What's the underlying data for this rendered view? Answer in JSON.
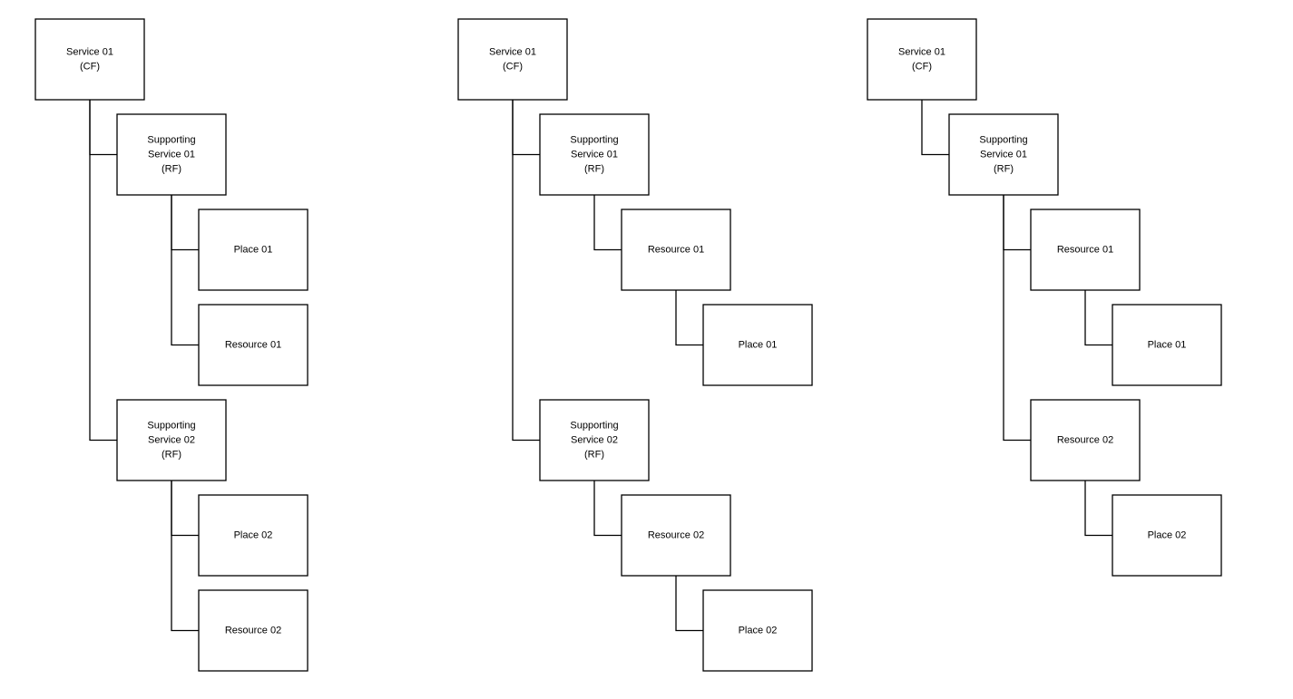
{
  "diagrams": [
    {
      "nodes": [
        {
          "id": "a1",
          "lines": [
            "Service 01",
            "(CF)"
          ]
        },
        {
          "id": "a2",
          "lines": [
            "Supporting",
            "Service 01",
            "(RF)"
          ]
        },
        {
          "id": "a3",
          "lines": [
            "Place 01"
          ]
        },
        {
          "id": "a4",
          "lines": [
            "Resource 01"
          ]
        },
        {
          "id": "a5",
          "lines": [
            "Supporting",
            "Service 02",
            "(RF)"
          ]
        },
        {
          "id": "a6",
          "lines": [
            "Place 02"
          ]
        },
        {
          "id": "a7",
          "lines": [
            "Resource 02"
          ]
        }
      ],
      "edges": [
        [
          "a1",
          "a2"
        ],
        [
          "a1",
          "a5"
        ],
        [
          "a2",
          "a3"
        ],
        [
          "a2",
          "a4"
        ],
        [
          "a5",
          "a6"
        ],
        [
          "a5",
          "a7"
        ]
      ]
    },
    {
      "nodes": [
        {
          "id": "b1",
          "lines": [
            "Service 01",
            "(CF)"
          ]
        },
        {
          "id": "b2",
          "lines": [
            "Supporting",
            "Service 01",
            "(RF)"
          ]
        },
        {
          "id": "b3",
          "lines": [
            "Resource 01"
          ]
        },
        {
          "id": "b4",
          "lines": [
            "Place 01"
          ]
        },
        {
          "id": "b5",
          "lines": [
            "Supporting",
            "Service 02",
            "(RF)"
          ]
        },
        {
          "id": "b6",
          "lines": [
            "Resource 02"
          ]
        },
        {
          "id": "b7",
          "lines": [
            "Place 02"
          ]
        }
      ],
      "edges": [
        [
          "b1",
          "b2"
        ],
        [
          "b1",
          "b5"
        ],
        [
          "b2",
          "b3"
        ],
        [
          "b3",
          "b4"
        ],
        [
          "b5",
          "b6"
        ],
        [
          "b6",
          "b7"
        ]
      ]
    },
    {
      "nodes": [
        {
          "id": "c1",
          "lines": [
            "Service 01",
            "(CF)"
          ]
        },
        {
          "id": "c2",
          "lines": [
            "Supporting",
            "Service 01",
            "(RF)"
          ]
        },
        {
          "id": "c3",
          "lines": [
            "Resource 01"
          ]
        },
        {
          "id": "c4",
          "lines": [
            "Place 01"
          ]
        },
        {
          "id": "c5",
          "lines": [
            "Resource 02"
          ]
        },
        {
          "id": "c6",
          "lines": [
            "Place 02"
          ]
        }
      ],
      "edges": [
        [
          "c1",
          "c2"
        ],
        [
          "c2",
          "c3"
        ],
        [
          "c3",
          "c4"
        ],
        [
          "c2",
          "c5"
        ],
        [
          "c5",
          "c6"
        ]
      ]
    }
  ]
}
